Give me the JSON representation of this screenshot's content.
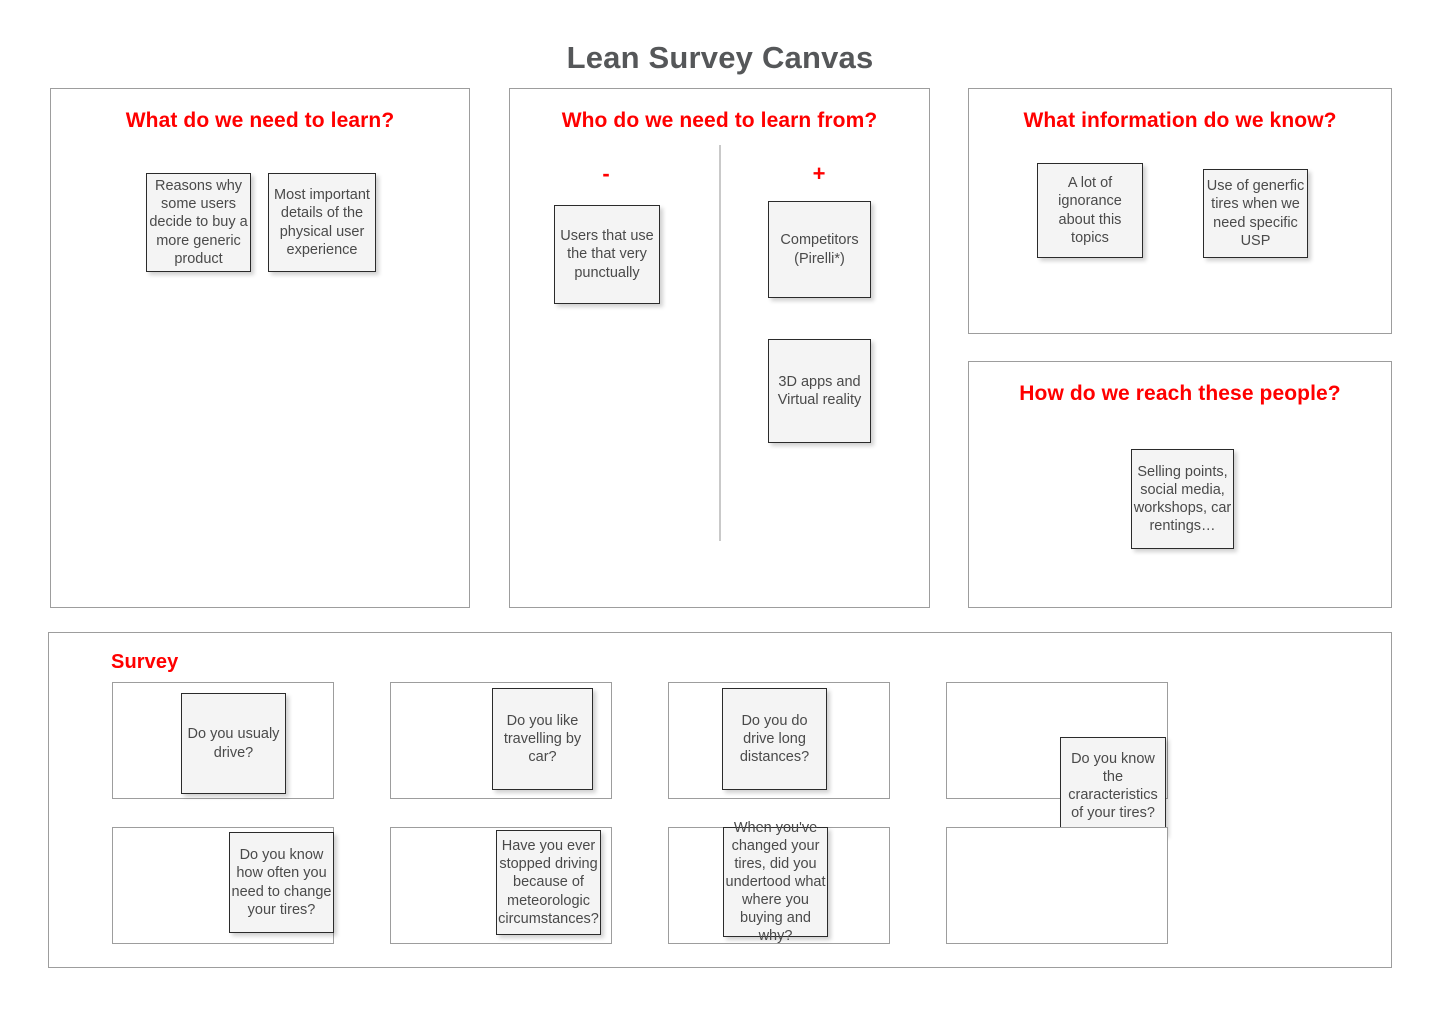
{
  "title": "Lean Survey Canvas",
  "accent_color": "#ff0000",
  "title_color": "#555759",
  "note_fill": "#f4f4f4",
  "panels": {
    "learn": {
      "heading": "What do we need to learn?",
      "notes": [
        {
          "text": "Reasons why some users decide to buy a more generic product"
        },
        {
          "text": "Most important details of the physical user experience"
        }
      ]
    },
    "learn_from": {
      "heading": "Who do we need to learn from?",
      "minus_label": "-",
      "plus_label": "+",
      "minus_notes": [
        {
          "text": "Users that use the that very punctually"
        }
      ],
      "plus_notes": [
        {
          "text": "Competitors (Pirelli*)"
        },
        {
          "text": "3D apps and Virtual reality"
        }
      ]
    },
    "information": {
      "heading": "What information do we know?",
      "notes": [
        {
          "text": "A lot of ignorance about this topics"
        },
        {
          "text": "Use of generfic tires when we need specific USP"
        }
      ]
    },
    "reach": {
      "heading": "How do we reach these people?",
      "notes": [
        {
          "text": "Selling points, social media, workshops, car rentings…"
        }
      ]
    },
    "survey": {
      "heading": "Survey",
      "cells": [
        {
          "text": "Do you usualy drive?"
        },
        {
          "text": "Do you like travelling by car?"
        },
        {
          "text": "Do you do drive long distances?"
        },
        {
          "text": "Do you know the craracteristics of your tires?"
        },
        {
          "text": "Do you know how often you need to change your tires?"
        },
        {
          "text": "Have you ever stopped driving because of meteorologic circumstances?"
        },
        {
          "text": "When you've changed your tires, did you undertood what where you buying and why?"
        },
        {
          "text": ""
        }
      ]
    }
  }
}
